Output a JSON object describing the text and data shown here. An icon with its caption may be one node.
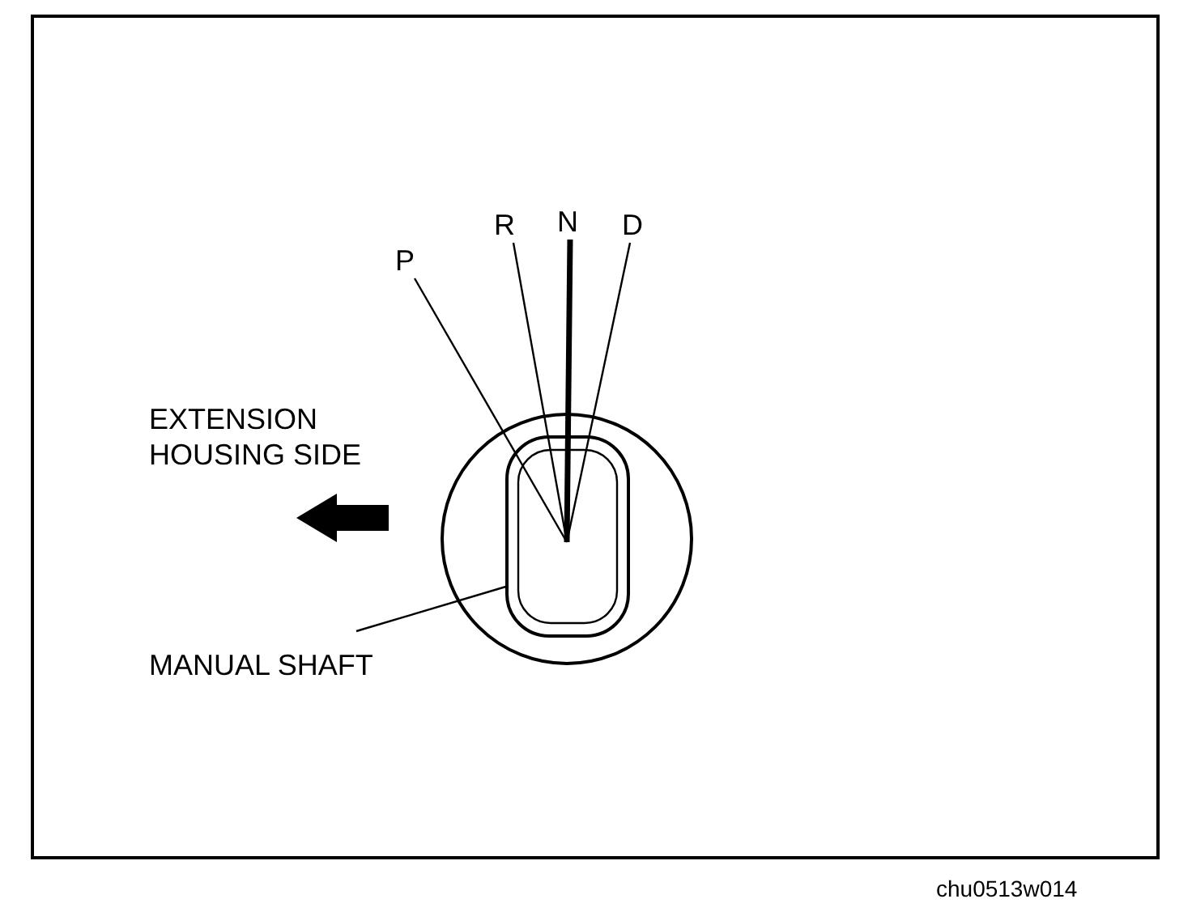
{
  "diagram": {
    "nodes": [
      {
        "text": [
          "P"
        ]
      },
      {
        "text": [
          "R"
        ]
      },
      {
        "text": [
          "N"
        ]
      },
      {
        "text": [
          "D"
        ]
      },
      {
        "text": [
          "MANUAL SHAFT"
        ]
      },
      {
        "text": [],
        "shape": "box"
      }
    ],
    "edges": [
      {
        "from": 0,
        "to": 5,
        "arrow": "none"
      },
      {
        "from": 1,
        "to": 5,
        "arrow": "none"
      },
      {
        "from": 2,
        "to": 5,
        "arrow": "none",
        "style": "thick"
      },
      {
        "from": 3,
        "to": 5,
        "arrow": "none"
      },
      {
        "from": 4,
        "to": 5,
        "arrow": "none"
      }
    ],
    "labels": [
      "EXTENSION HOUSING SIDE",
      "chu0513w014"
    ]
  }
}
